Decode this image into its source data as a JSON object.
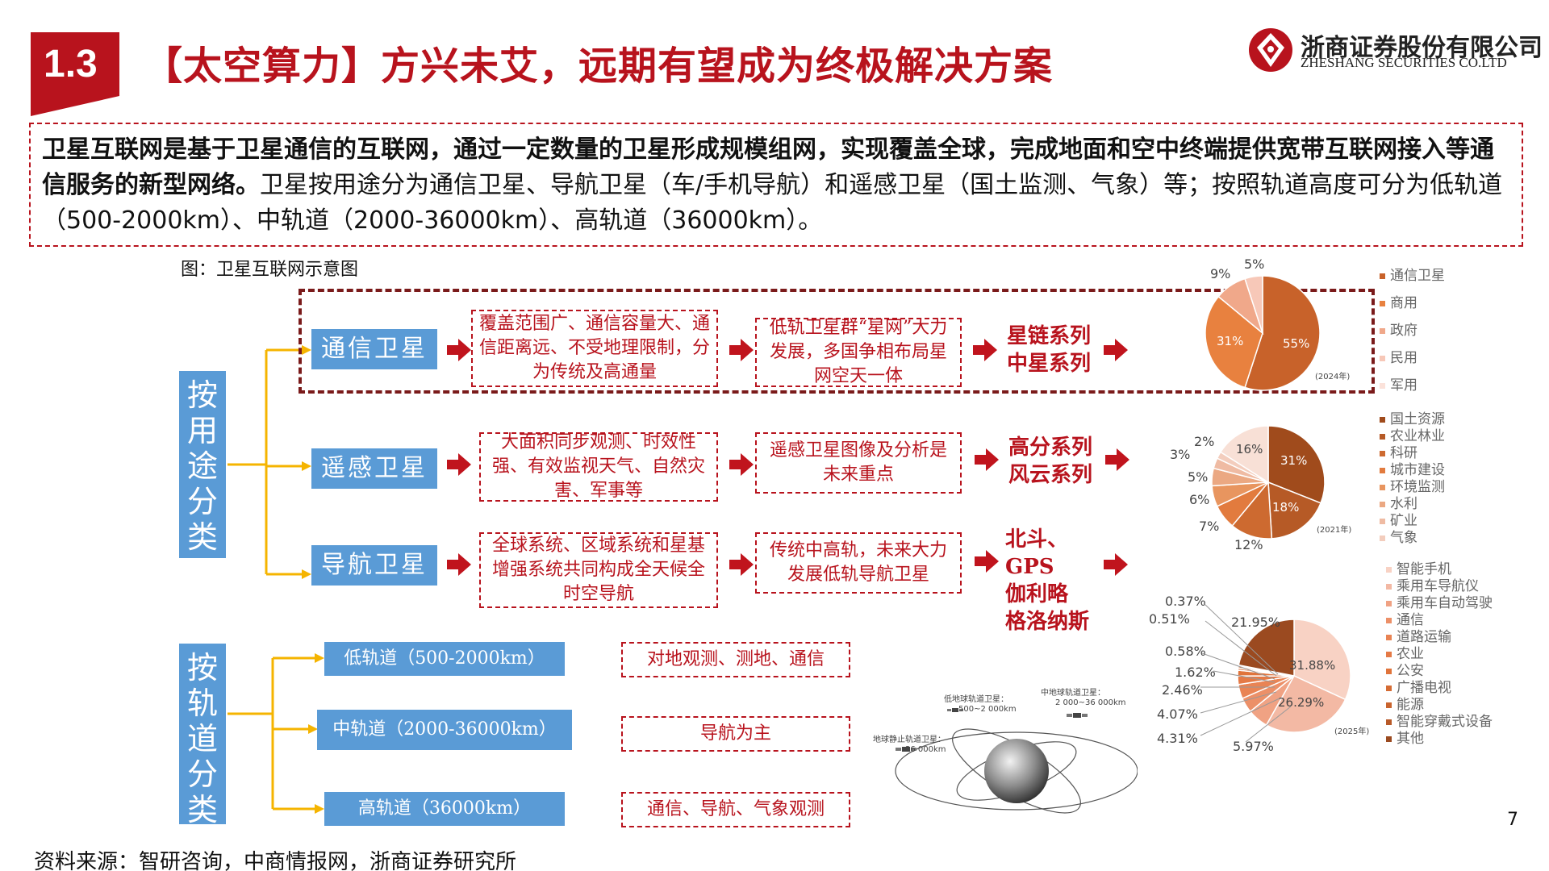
{
  "header": {
    "section_number": "1.3",
    "title": "【太空算力】方兴未艾，远期有望成为终极解决方案",
    "brand_cn": "浙商证券股份有限公司",
    "brand_en": "ZHESHANG SECURITIES CO.LTD"
  },
  "intro": {
    "bold_text": "卫星互联网是基于卫星通信的互联网，通过一定数量的卫星形成规模组网，实现覆盖全球，完成地面和空中终端提供宽带互联网接入等通信服务的新型网络。",
    "normal_text": "卫星按用途分为通信卫星、导航卫星（车/手机导航）和遥感卫星（国土监测、气象）等；按照轨道高度可分为低轨道（500-2000km）、中轨道（2000-36000km）、高轨道（36000km）。"
  },
  "figure": {
    "caption": "图：卫星互联网示意图",
    "usage_label": "按用途分类",
    "orbit_label": "按轨道分类",
    "categories": [
      {
        "name": "通信卫星",
        "feature": "覆盖范围广、通信容量大、通信距离远、不受地理限制，分为传统及高通量",
        "trend": "低轨卫星群“星网”大力发展，多国争相布局星网空天一体",
        "systems": [
          "星链系列",
          "中星系列"
        ]
      },
      {
        "name": "遥感卫星",
        "feature": "大面积同步观测、时效性强、有效监视天气、自然灾害、军事等",
        "trend": "遥感卫星图像及分析是未来重点",
        "systems": [
          "高分系列",
          "风云系列"
        ]
      },
      {
        "name": "导航卫星",
        "feature": "全球系统、区域系统和星基增强系统共同构成全天候全时空导航",
        "trend": "传统中高轨，未来大力发展低轨导航卫星",
        "systems": [
          "北斗、",
          "GPS",
          "伽利略",
          "格洛纳斯"
        ]
      }
    ],
    "orbits": [
      {
        "name": "低轨道（500-2000km）",
        "use": "对地观测、测地、通信"
      },
      {
        "name": "中轨道（2000-36000km）",
        "use": "导航为主"
      },
      {
        "name": "高轨道（36000km）",
        "use": "通信、导航、气象观测"
      }
    ],
    "orbit_diagram_labels": {
      "low": "低地球轨道卫星：",
      "low_range": "500~2 000km",
      "mid": "中地球轨道卫星：",
      "mid_range": "2 000~36 000km",
      "geo": "地球静止轨道卫星：",
      "geo_range": "36 000km"
    }
  },
  "chart_data": [
    {
      "type": "pie",
      "note": "(2024年)",
      "categories": [
        "通信卫星",
        "商用",
        "政府",
        "民用",
        "军用"
      ],
      "values": [
        55,
        31,
        9,
        5,
        0
      ],
      "value_labels": [
        "55%",
        "31%",
        "9%",
        "5%",
        ""
      ],
      "colors": [
        "#c8622a",
        "#e8813f",
        "#f0a88a",
        "#f7c8b8",
        "#fbe2da"
      ]
    },
    {
      "type": "pie",
      "note": "(2021年)",
      "categories": [
        "国土资源",
        "农业林业",
        "科研",
        "城市建设",
        "环境监测",
        "水利",
        "矿业",
        "气象"
      ],
      "values": [
        31,
        18,
        12,
        7,
        6,
        5,
        3,
        2,
        16
      ],
      "value_labels": [
        "31%",
        "18%",
        "12%",
        "7%",
        "6%",
        "5%",
        "3%",
        "2%",
        "16%"
      ],
      "colors": [
        "#a04b1c",
        "#b65a26",
        "#cd6a30",
        "#e27b3e",
        "#e8955f",
        "#eba882",
        "#efbba3",
        "#f3cdbd",
        "#f8e0d6"
      ]
    },
    {
      "type": "pie",
      "note": "(2025年)",
      "categories": [
        "智能手机",
        "乘用车导航仪",
        "乘用车自动驾驶",
        "通信",
        "道路运输",
        "农业",
        "公安",
        "广播电视",
        "能源",
        "智能穿戴式设备",
        "其他"
      ],
      "values": [
        31.88,
        26.29,
        5.97,
        4.31,
        4.07,
        2.46,
        1.62,
        0.58,
        0.51,
        0.37,
        21.95
      ],
      "value_labels": [
        "31.88%",
        "26.29%",
        "5.97%",
        "4.31%",
        "4.07%",
        "2.46%",
        "1.62%",
        "0.58%",
        "0.51%",
        "0.37%",
        "21.95%"
      ],
      "colors": [
        "#f8d2c4",
        "#f3b9a4",
        "#f0a283",
        "#ec9068",
        "#e98454",
        "#e57a46",
        "#e0743b",
        "#d56c34",
        "#c9642e",
        "#b85a29",
        "#9b4a20"
      ]
    }
  ],
  "footer": {
    "page_number": "7",
    "source": "资料来源：智研咨询，中商情报网，浙商证券研究所"
  }
}
